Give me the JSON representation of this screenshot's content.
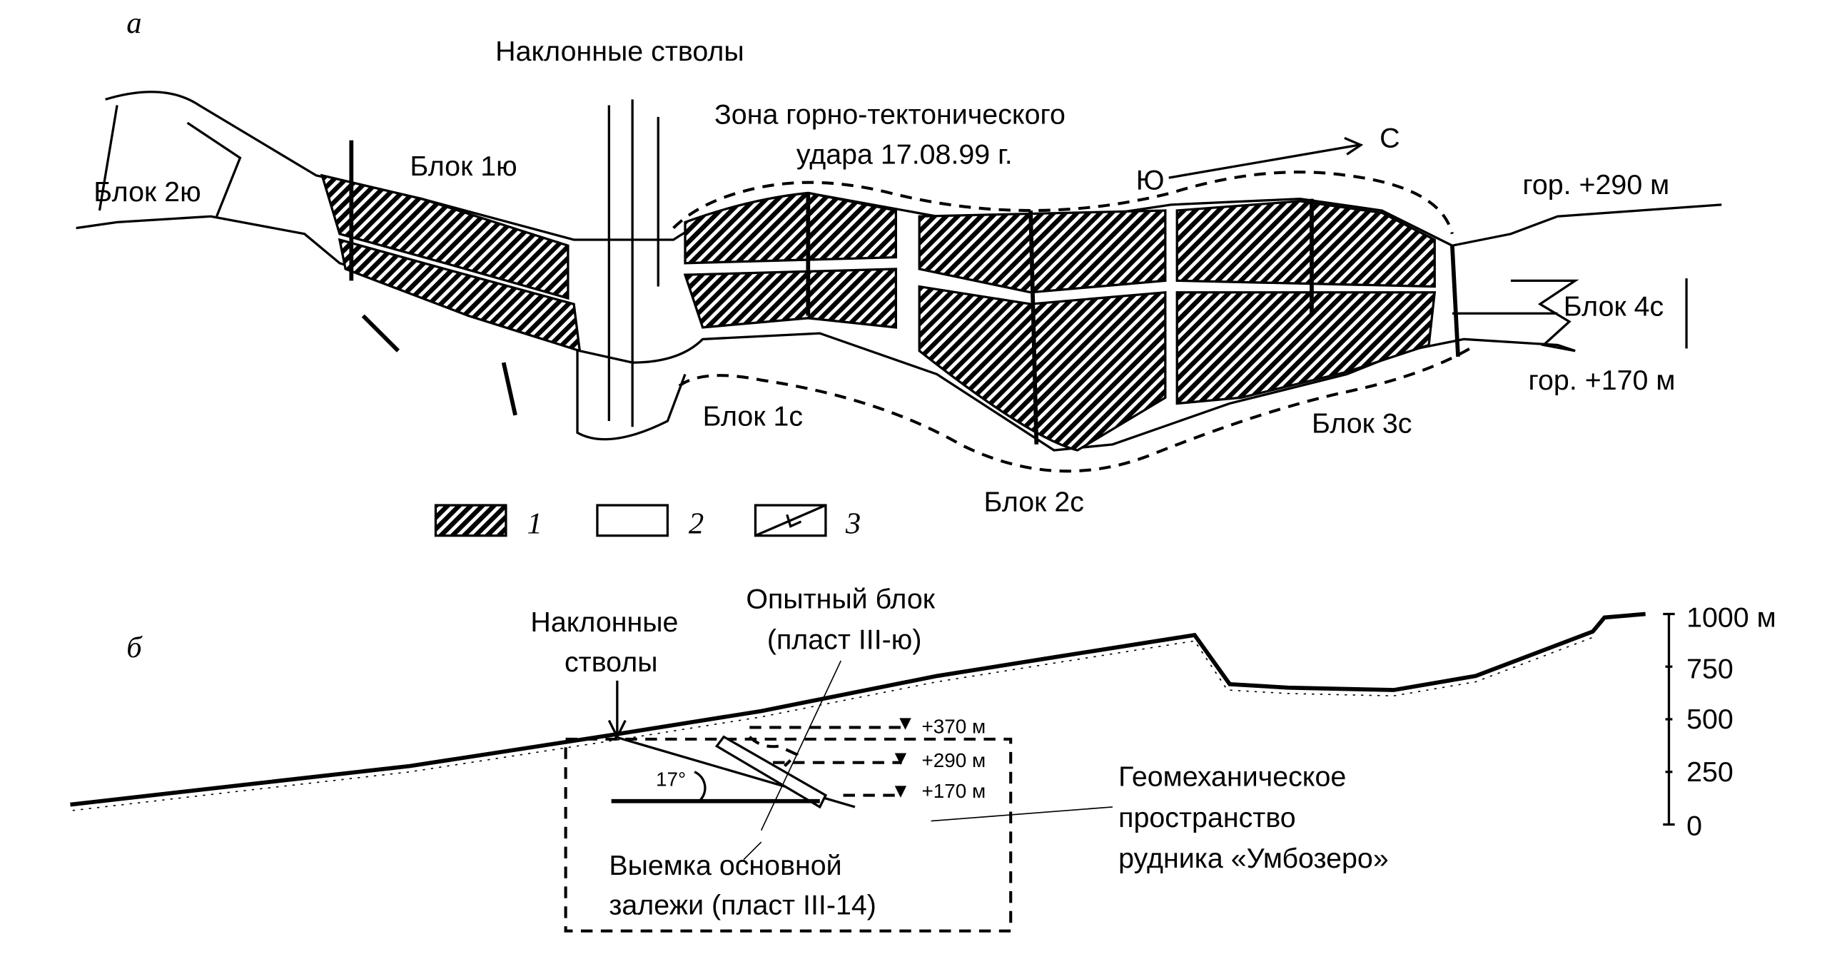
{
  "panel_a": {
    "label": "а",
    "shafts_label": "Наклонные стволы",
    "zone_label_line1": "Зона горно-тектонического",
    "zone_label_line2": "удара 17.08.99 г.",
    "direction_south": "Ю",
    "direction_north": "С",
    "level_upper": "гор. +290 м",
    "level_lower": "гор. +170 м",
    "blocks": [
      "Блок 2ю",
      "Блок 1ю",
      "Блок 1с",
      "Блок 2с",
      "Блок 3с",
      "Блок 4с"
    ],
    "legend": [
      {
        "key": "1",
        "swatch": "hatched"
      },
      {
        "key": "2",
        "swatch": "blank"
      },
      {
        "key": "3",
        "swatch": "fault"
      }
    ]
  },
  "panel_b": {
    "label": "б",
    "shafts_label_line1": "Наклонные",
    "shafts_label_line2": "стволы",
    "test_block_line1": "Опытный блок",
    "test_block_line2": "(пласт III-ю)",
    "levels": [
      "+370 м",
      "+290 м",
      "+170 м"
    ],
    "angle": "17°",
    "excavation_line1": "Выемка основной",
    "excavation_line2": "залежи (пласт III-14)",
    "space_line1": "Геомеханическое",
    "space_line2": "пространство",
    "space_line3": "рудника «Умбозеро»",
    "scale_ticks": [
      "1000 м",
      "750",
      "500",
      "250",
      "0"
    ]
  }
}
